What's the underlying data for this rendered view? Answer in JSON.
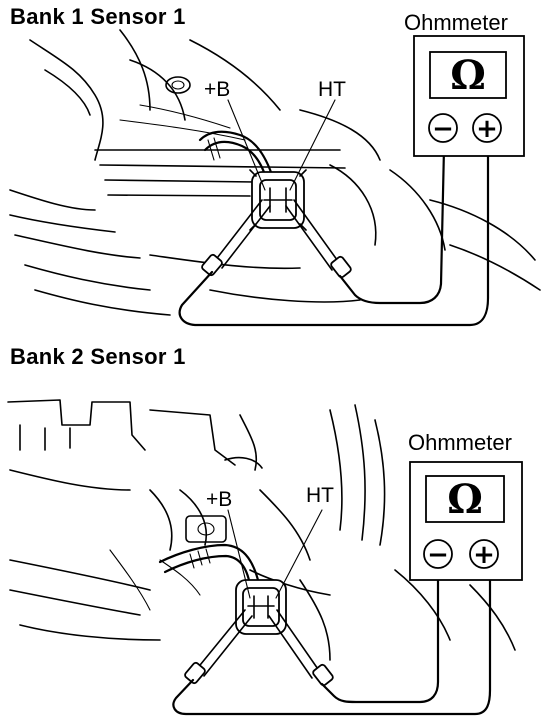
{
  "panels": [
    {
      "title": "Bank 1 Sensor 1",
      "meter_label": "Ohmmeter",
      "meter_symbol": "Ω",
      "terminal_negative": "−",
      "terminal_positive": "+",
      "pin_plus_b": "+B",
      "pin_ht": "HT"
    },
    {
      "title": "Bank 2 Sensor 1",
      "meter_label": "Ohmmeter",
      "meter_symbol": "Ω",
      "terminal_negative": "−",
      "terminal_positive": "+",
      "pin_plus_b": "+B",
      "pin_ht": "HT"
    }
  ]
}
